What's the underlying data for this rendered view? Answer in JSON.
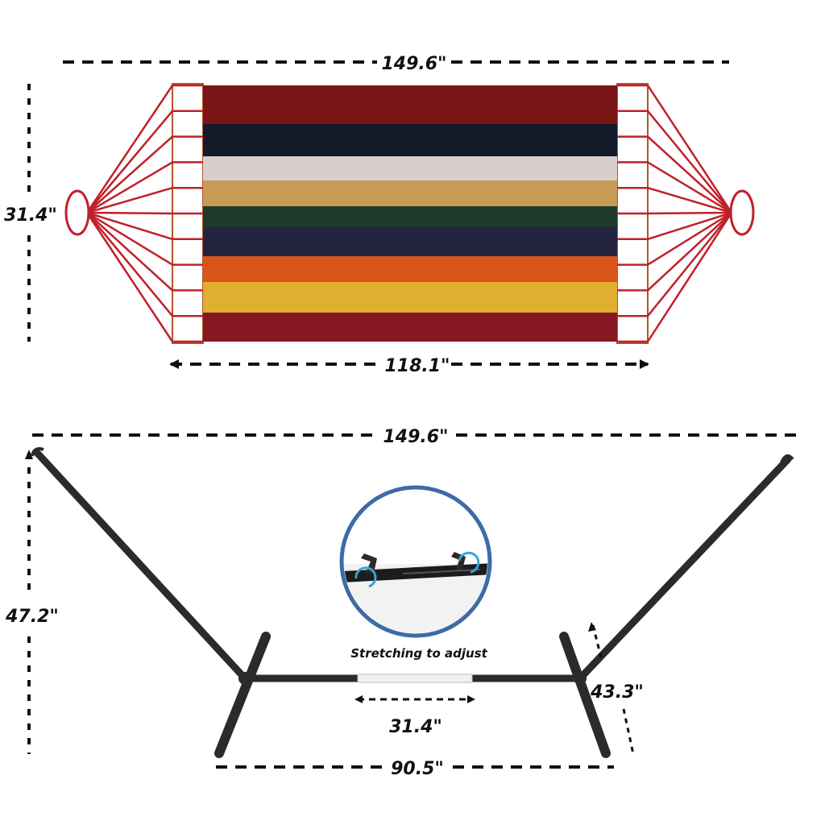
{
  "hammock": {
    "overall_length_label": "149.6\"",
    "width_label": "31.4\"",
    "bed_length_label": "118.1\"",
    "stripe_colors": [
      "#7a1414",
      "#151a2b",
      "#d8cfcc",
      "#c79a55",
      "#1f3a2d",
      "#23233f",
      "#d9561a",
      "#e0ae30",
      "#861822"
    ],
    "rope_color": "#c0202a"
  },
  "stand": {
    "overall_length_label": "149.6\"",
    "height_label": "47.2\"",
    "adjust_span_label": "31.4\"",
    "base_length_label": "90.5\"",
    "leg_label": "43.3\"",
    "inset_caption": "Stretching to adjust",
    "frame_color": "#2b2b2b",
    "inset_ring_color": "#3f6aa6",
    "arrow_color": "#3aa3dc"
  }
}
